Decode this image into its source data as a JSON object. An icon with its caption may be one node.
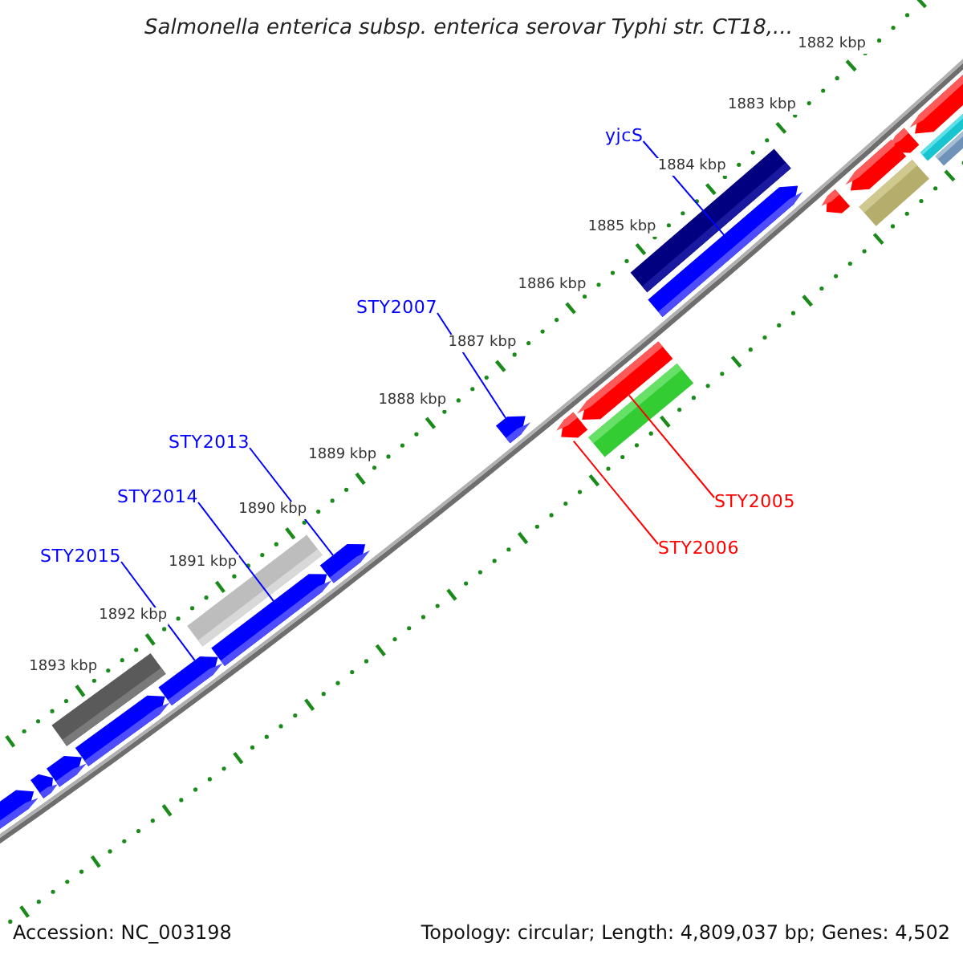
{
  "diagram": {
    "title": "Salmonella enterica subsp. enterica serovar Typhi str. CT18,...",
    "nodes": [
      {
        "text": [
          "yjcS"
        ]
      },
      {
        "text": [
          "STY2007"
        ]
      },
      {
        "text": [
          "STY2013"
        ]
      },
      {
        "text": [
          "STY2014"
        ]
      },
      {
        "text": [
          "STY2015"
        ]
      },
      {
        "text": [
          "STY2005"
        ]
      },
      {
        "text": [
          "STY2006"
        ]
      },
      {
        "text": [],
        "shape": "pentagon"
      },
      {
        "text": [],
        "shape": "pentagon"
      },
      {
        "text": [],
        "shape": "pentagon"
      },
      {
        "text": [],
        "shape": "bar"
      },
      {
        "text": [],
        "shape": "pentagon"
      },
      {
        "text": [],
        "shape": "pentagon"
      },
      {
        "text": [],
        "shape": "bar"
      },
      {
        "text": [],
        "shape": "pentagon"
      },
      {
        "text": [],
        "shape": "pentagon"
      },
      {
        "text": [],
        "shape": "pentagon"
      },
      {
        "text": [],
        "shape": "pentagon"
      },
      {
        "text": [],
        "shape": "pentagon"
      },
      {
        "text": [],
        "shape": "bar"
      },
      {
        "text": [],
        "shape": "bar"
      },
      {
        "text": [],
        "shape": "pentagon"
      },
      {
        "text": [],
        "shape": "pentagon"
      },
      {
        "text": [],
        "shape": "pentagon"
      },
      {
        "text": [],
        "shape": "bar"
      },
      {
        "text": [],
        "shape": "pentagon"
      },
      {
        "text": [],
        "shape": "pentagon"
      },
      {
        "text": [],
        "shape": "bar"
      },
      {
        "text": [],
        "shape": "bar"
      }
    ],
    "edges": [
      {
        "from": 0,
        "to": 21,
        "arrow": "none"
      },
      {
        "from": 1,
        "to": 16,
        "arrow": "none"
      },
      {
        "from": 2,
        "to": 15,
        "arrow": "none"
      },
      {
        "from": 3,
        "to": 14,
        "arrow": "none"
      },
      {
        "from": 4,
        "to": 12,
        "arrow": "none"
      },
      {
        "from": 5,
        "to": 18,
        "arrow": "none",
        "color": "#ff0000"
      },
      {
        "from": 6,
        "to": 17,
        "arrow": "none",
        "color": "#ff0000"
      }
    ],
    "labels": [
      "1882 kbp",
      "1883 kbp",
      "1884 kbp",
      "1885 kbp",
      "1886 kbp",
      "1887 kbp",
      "1888 kbp",
      "1889 kbp",
      "1890 kbp",
      "1891 kbp",
      "1892 kbp",
      "1893 kbp",
      "Accession: NC_003198",
      "Topology: circular; Length: 4,809,037 bp; Genes: 4,502"
    ]
  }
}
